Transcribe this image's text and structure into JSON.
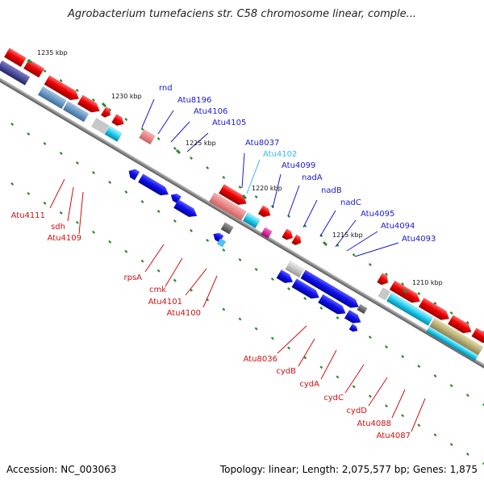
{
  "title": "Agrobacterium tumefaciens str. C58 chromosome linear, comple...",
  "footer": {
    "accession": "Accession: NC_003063",
    "summary": "Topology: linear; Length: 2,075,577 bp; Genes: 1,875"
  },
  "ticks": [
    "1235 kbp",
    "1230 kbp",
    "1225 kbp",
    "1220 kbp",
    "1215 kbp",
    "1210 kbp"
  ],
  "labels_top": [
    "rnd",
    "Atu8196",
    "Atu4106",
    "Atu4105",
    "Atu8037",
    "Atu4102",
    "Atu4099",
    "nadA",
    "nadB",
    "nadC",
    "Atu4095",
    "Atu4094",
    "Atu4093"
  ],
  "labels_bottom": [
    "Atu4111",
    "sdh",
    "Atu4109",
    "rpsA",
    "cmk",
    "Atu4101",
    "Atu4100",
    "Atu8036",
    "cydB",
    "cydA",
    "cydC",
    "cydD",
    "Atu4088",
    "Atu4087"
  ],
  "colors": {
    "forward": "#1a1acc",
    "reverse": "#cc1111",
    "highlight": "#33bbee",
    "backbone": "#8c8c8c",
    "tick": "#2a8a2a"
  }
}
